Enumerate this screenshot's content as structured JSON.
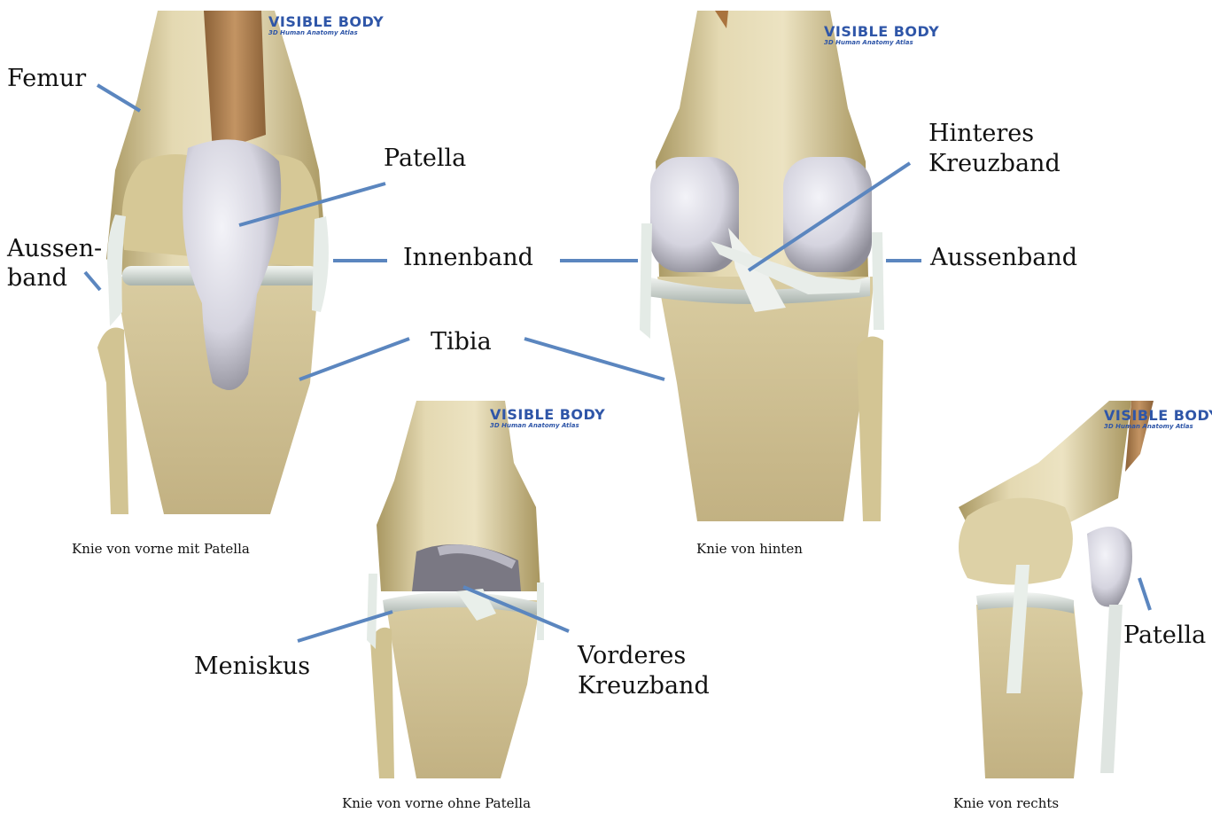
{
  "labels": {
    "femur": "Femur",
    "patella_front": "Patella",
    "aussenband_front_l1": "Aussen-",
    "aussenband_front_l2": "band",
    "innenband": "Innenband",
    "tibia": "Tibia",
    "hinteres_l1": "Hinteres",
    "hinteres_l2": "Kreuzband",
    "aussenband_back": "Aussenband",
    "meniskus": "Meniskus",
    "vorderes_l1": "Vorderes",
    "vorderes_l2": "Kreuzband",
    "patella_right": "Patella"
  },
  "captions": {
    "front_with_patella": "Knie von vorne mit Patella",
    "back": "Knie von hinten",
    "front_without_patella": "Knie von vorne ohne Patella",
    "right": "Knie von rechts"
  },
  "watermark": {
    "title": "VISIBLE BODY",
    "subtitle": "3D Human Anatomy Atlas"
  },
  "colors": {
    "bone": "#e4d8b0",
    "bone_shadow": "#b9a97a",
    "cartilage": "#dcdbe6",
    "ligament": "#e7ece8",
    "muscle": "#b98a55",
    "leader_line": "#5b86bf",
    "watermark": "#2f56a8"
  }
}
